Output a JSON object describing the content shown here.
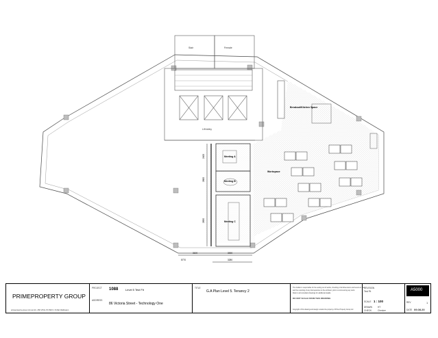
{
  "plan": {
    "rooms": {
      "stair": "Stair",
      "female": "Female",
      "lift_lobby": "Lift lobby",
      "breakout": "Breakout/Kitchen Space",
      "workspace": "Workspace",
      "meeting_a": "Meeting A",
      "meeting_b": "Meeting B",
      "meeting_c": "Meeting C"
    },
    "dimensions": {
      "d1": "2400",
      "d2": "2600",
      "d3": "2650",
      "d4": "3100",
      "d5": "3000",
      "d6": "3280",
      "d7": "5770"
    }
  },
  "title_block": {
    "company": "PRIMEPROPERTY GROUP",
    "company_address": "primeproperty group (nz) pty ltd  •  456 VITAL PO BOX 1 TeTahi Wellington",
    "project_label": "PROJECT",
    "project_number": "1088",
    "project_name": "Level 5 Test Fit",
    "address_label": "ADDRESS",
    "address": "86 Victoria Street - Technology One",
    "title_label": "TITLE",
    "title": "G.A Plan Level 5. Tenancy 2",
    "notes_line1": "The builder is responsible for the setting out of works, checking of all dimensions and levels on site,",
    "notes_line2": "and the reporting of any discrepancies to the architect, prior to commencing any work.",
    "notes_line3": "Refer to all consultant drawings for additional details.",
    "notes_caps": "DO NOT SCALE FROM THIS DRAWING",
    "copyright": "Copyright of this drawing and design remains the property of Prime Property Group Ltd",
    "revision_label": "REVISION",
    "revision_value": "Test Fit",
    "scale_label": "SCALE",
    "scale_value": "1 : 100",
    "drawn_label": "DRAWN",
    "drawn_value": "HT",
    "check_label": "CHECK",
    "check_value": "Checker",
    "sheet_number": "A5000",
    "rev_label": "REV",
    "rev_value": "1",
    "date_label": "DATE",
    "date_value": "09.08.20"
  }
}
